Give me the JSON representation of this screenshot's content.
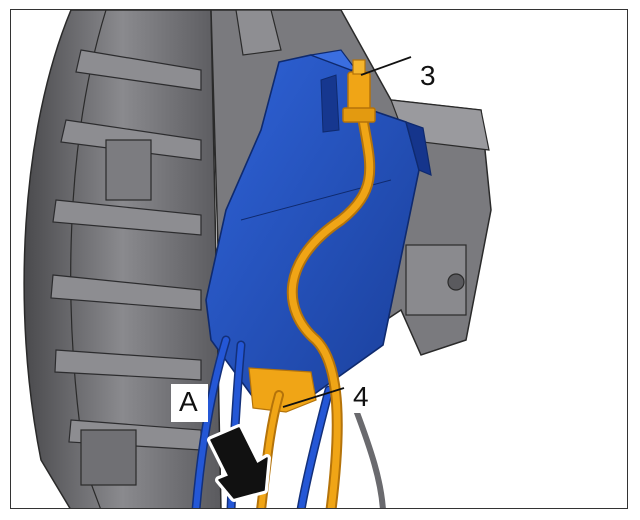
{
  "figure": {
    "callouts": [
      {
        "id": "3",
        "text": "3"
      },
      {
        "id": "4",
        "text": "4"
      },
      {
        "id": "A",
        "text": "A"
      }
    ]
  },
  "colors": {
    "housing": "#6f6f72",
    "housing_dark": "#3d3d40",
    "module": "#1f4fbf",
    "module_dark": "#13307a",
    "cable": "#f0a516",
    "cable_dark": "#b4730a",
    "cable_blue": "#2457d6",
    "arrow": "#111111"
  }
}
